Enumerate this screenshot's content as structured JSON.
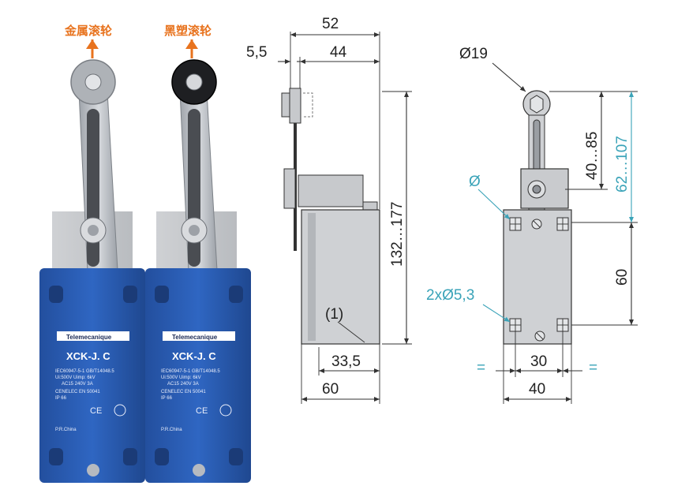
{
  "photo": {
    "left_label": "金属滚轮",
    "right_label": "黑塑滚轮",
    "brand": "Telemecanique",
    "model": "XCK-J. C",
    "spec_line1": "IEC60947-5-1   GB/T14048.5",
    "spec_line2": "Ui:500V              Uimp: 6kV",
    "spec_line3": "AC15   240V   3A",
    "spec_line4": "CENELEC EN 50041",
    "spec_line5": "IP 66",
    "ce_mark": "CE",
    "origin": "P.R.China",
    "colors": {
      "body": "#2a5db5",
      "label_arrow": "#e8731e",
      "metal": "#b9bdc3"
    }
  },
  "side_view": {
    "dim_52": "52",
    "dim_5_5": "5,5",
    "dim_44": "44",
    "dim_height": "132…177",
    "note_1": "(1)",
    "dim_33_5": "33,5",
    "dim_60": "60"
  },
  "front_view": {
    "dim_dia19": "Ø19",
    "dim_40_85": "40…85",
    "dim_62_107": "62…107",
    "dim_dia": "Ø",
    "dim_60": "60",
    "dim_holes": "2xØ5,3",
    "dim_30": "30",
    "dim_eq_left": "=",
    "dim_eq_right": "=",
    "dim_40": "40",
    "colors": {
      "teal": "#3aa3b8"
    }
  }
}
